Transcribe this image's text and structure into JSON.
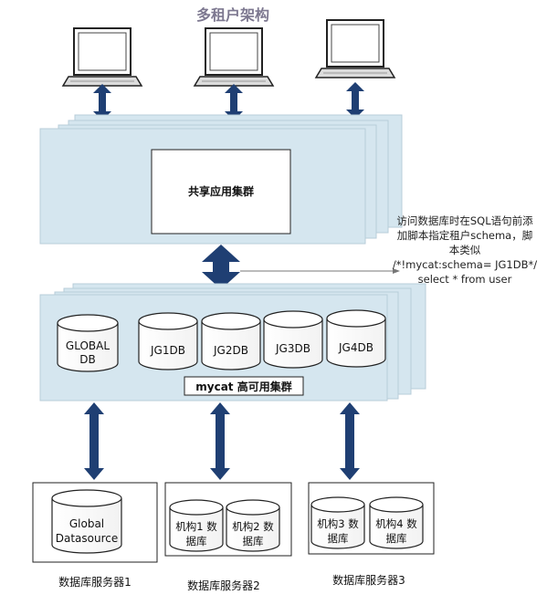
{
  "title": "多租户架构",
  "app_cluster": {
    "label": "共享应用集群"
  },
  "annotation": "访问数据库时在SQL语句前添\n加脚本指定租户schema，脚\n本类似\n/*!mycat:schema= JG1DB*/\nselect * from user",
  "mycat_cluster": {
    "label": "mycat 高可用集群",
    "databases": [
      {
        "line1": "GLOBAL",
        "line2": "DB"
      },
      {
        "line1": "JG1DB",
        "line2": ""
      },
      {
        "line1": "JG2DB",
        "line2": ""
      },
      {
        "line1": "JG3DB",
        "line2": ""
      },
      {
        "line1": "JG4DB",
        "line2": ""
      }
    ]
  },
  "servers": [
    {
      "label": "数据库服务器1",
      "dbs": [
        {
          "line1": "Global",
          "line2": "Datasource"
        }
      ]
    },
    {
      "label": "数据库服务器2",
      "dbs": [
        {
          "line1": "机构1 数",
          "line2": "据库"
        },
        {
          "line1": "机构2 数",
          "line2": "据库"
        }
      ]
    },
    {
      "label": "数据库服务器3",
      "dbs": [
        {
          "line1": "机构3 数",
          "line2": "据库"
        },
        {
          "line1": "机构4 数",
          "line2": "据库"
        }
      ]
    }
  ],
  "colors": {
    "panel": "#d5e6ef",
    "arrow": "#1f3f73",
    "title": "#7d7890"
  }
}
